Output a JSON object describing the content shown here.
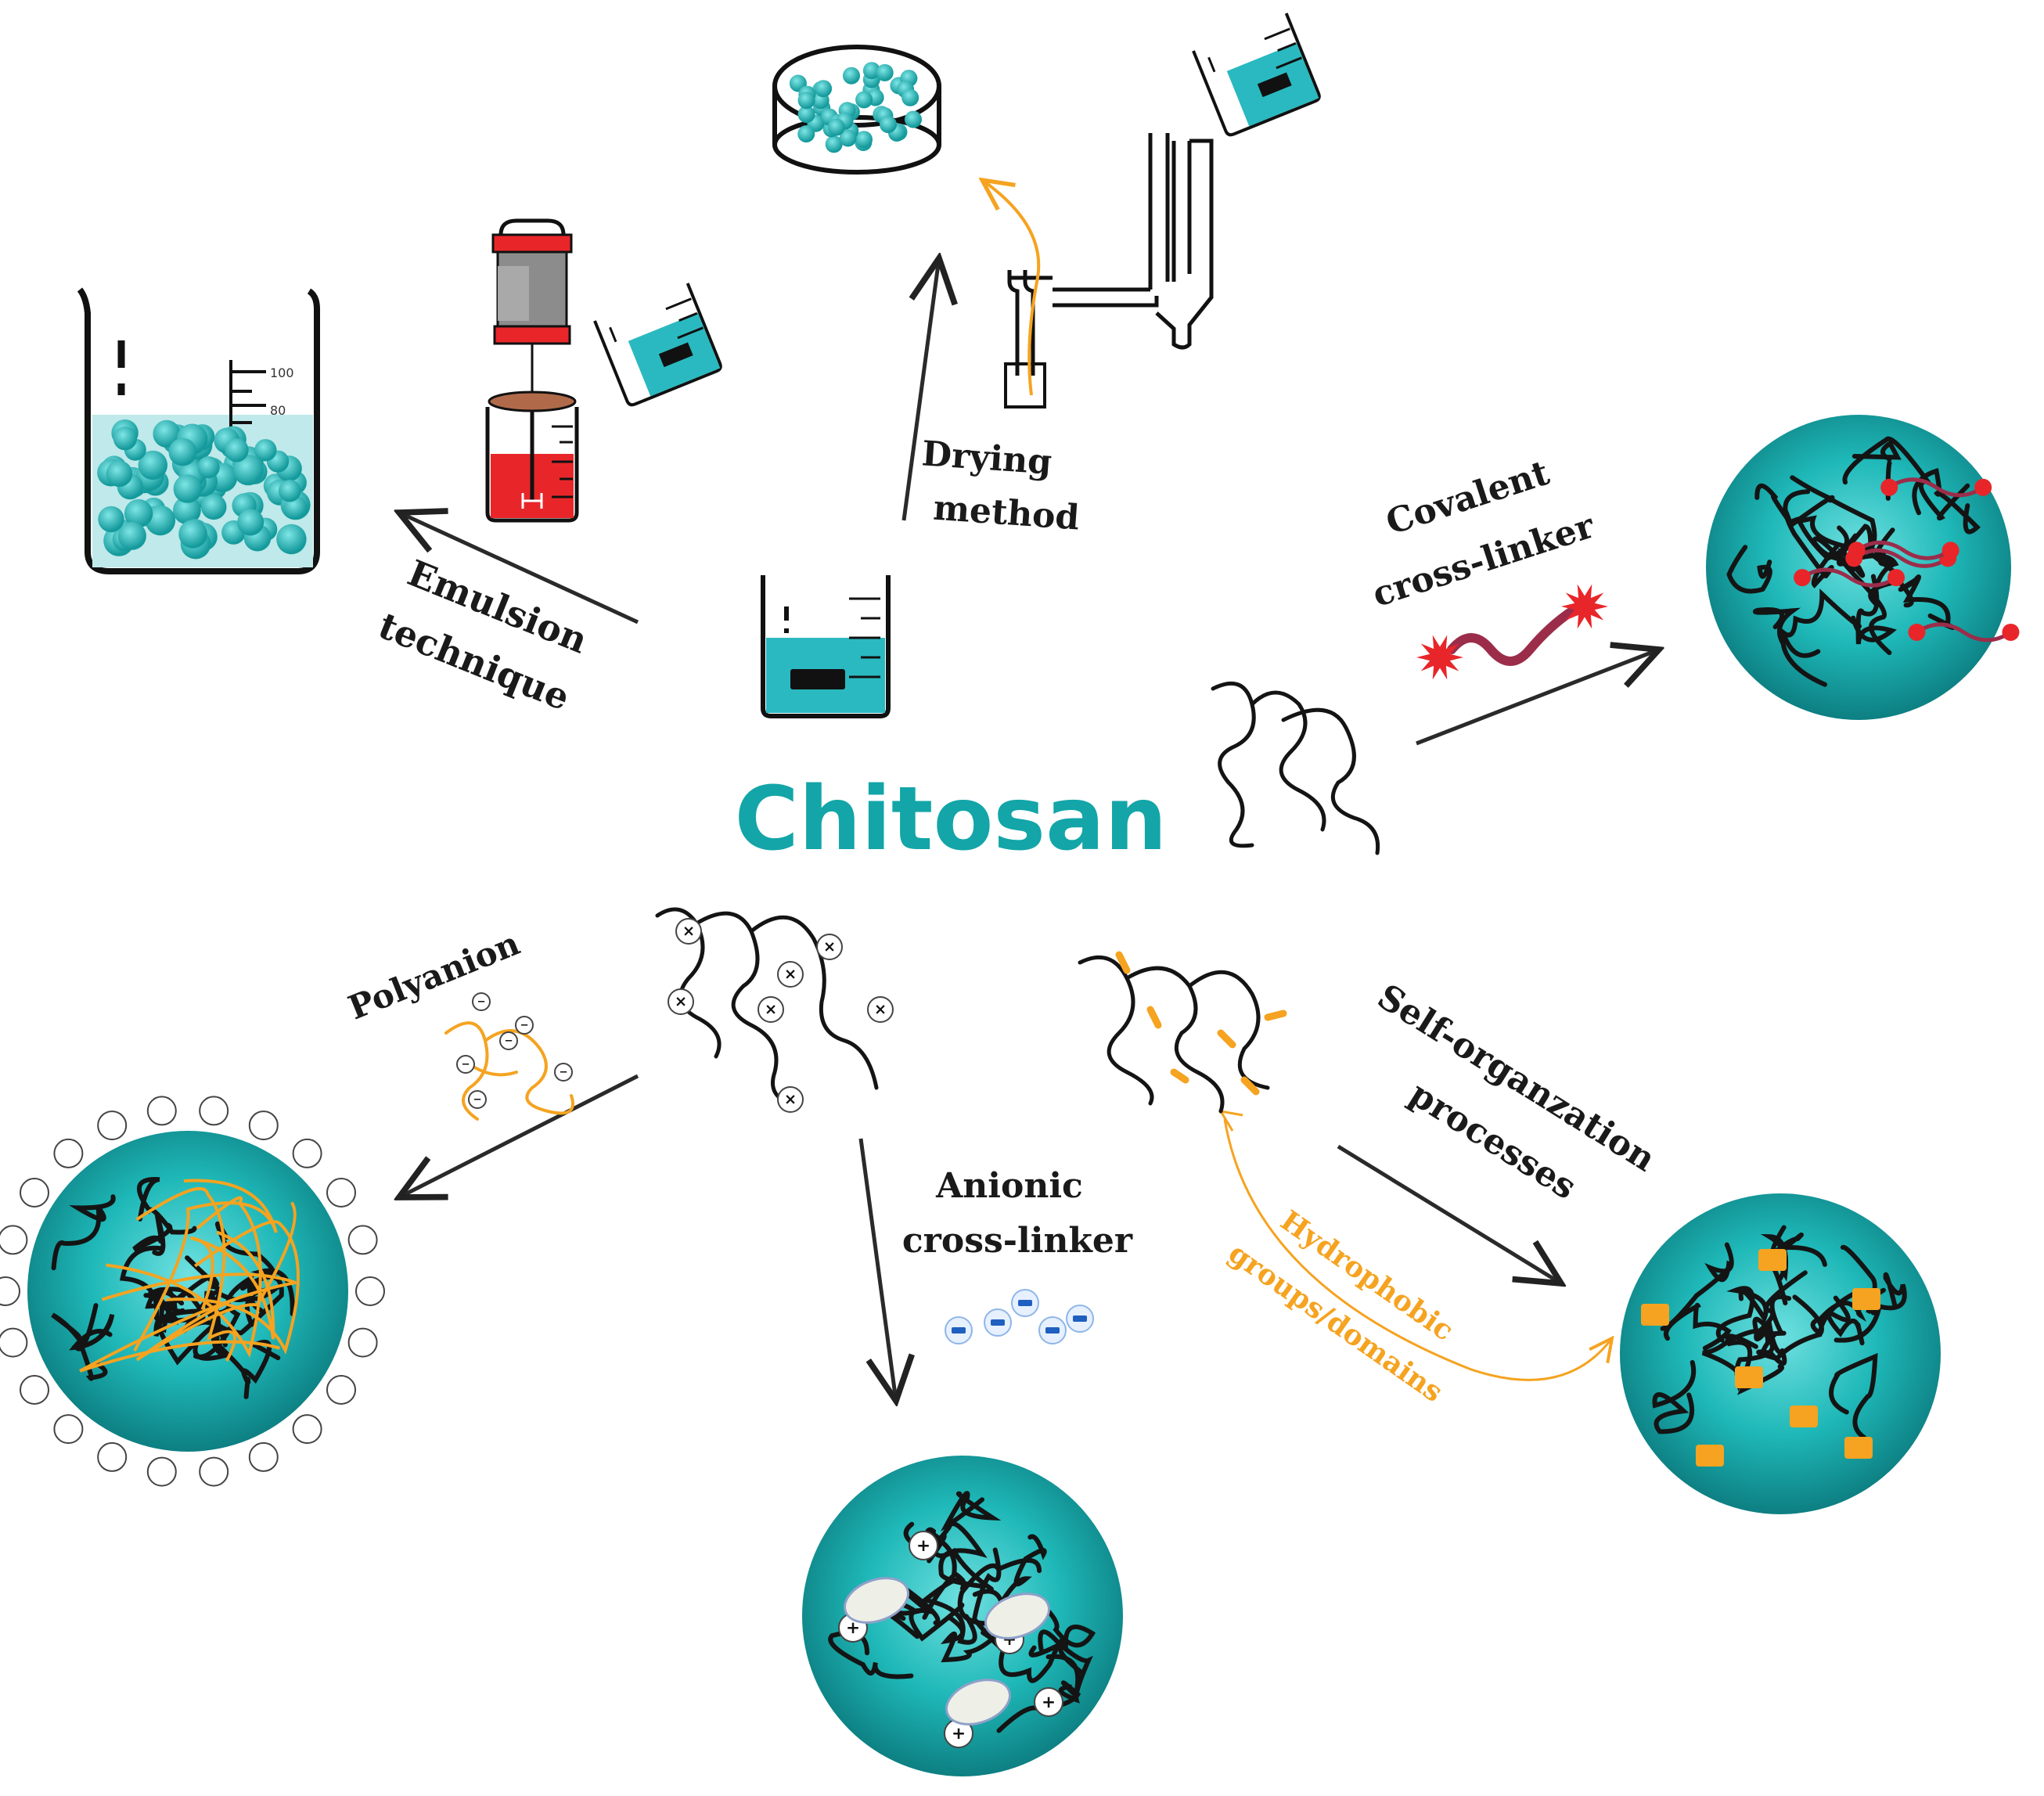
{
  "center_title": "Chitosan",
  "methods": {
    "drying": [
      "Drying",
      "method"
    ],
    "emulsion": [
      "Emulsion",
      "technique"
    ],
    "covalent": [
      "Covalent",
      "cross-linker"
    ],
    "polyanion": "Polyanion",
    "anionic": [
      "Anionic",
      "cross-linker"
    ],
    "self_org": [
      "Self-organzation",
      "processes"
    ],
    "hydrophobic": [
      "Hydrophobic",
      "groups/domains"
    ]
  },
  "beaker_ticks": [
    "100",
    "80"
  ],
  "colors": {
    "teal": "#1ab3b3",
    "teal_dark": "#0e8f90",
    "title": "#13a5a8",
    "orange": "#f5a320",
    "red": "#e8262a",
    "chain": "#141414",
    "crimson": "#9b2d4a"
  },
  "icons": [
    "beaker-icon",
    "petri-dish-icon",
    "homogenizer-icon",
    "spray-dryer-icon",
    "nanoparticle-icon",
    "polymer-chain-icon"
  ]
}
